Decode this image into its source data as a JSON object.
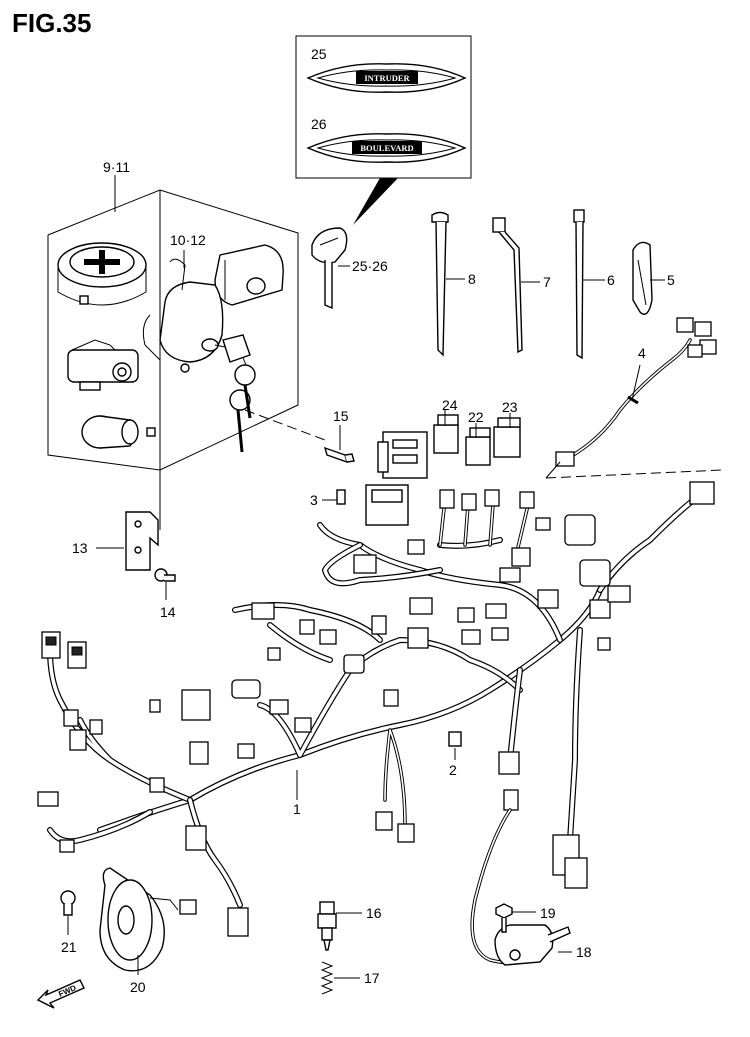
{
  "figure": {
    "title": "FIG.35"
  },
  "inset": {
    "emblem_top": {
      "callout": "25",
      "text": "INTRUDER"
    },
    "emblem_bottom": {
      "callout": "26",
      "text": "BOULEVARD"
    }
  },
  "callouts": {
    "c9_11": "9·11",
    "c10_12": "10·12",
    "c25_26": "25·26",
    "c8": "8",
    "c7": "7",
    "c6": "6",
    "c5": "5",
    "c4": "4",
    "c24": "24",
    "c22": "22",
    "c23": "23",
    "c15": "15",
    "c3": "3",
    "c13": "13",
    "c14": "14",
    "c1": "1",
    "c2": "2",
    "c16": "16",
    "c17": "17",
    "c18": "18",
    "c19": "19",
    "c20": "20",
    "c21": "21"
  },
  "forward_arrow": {
    "text": "FWD"
  }
}
